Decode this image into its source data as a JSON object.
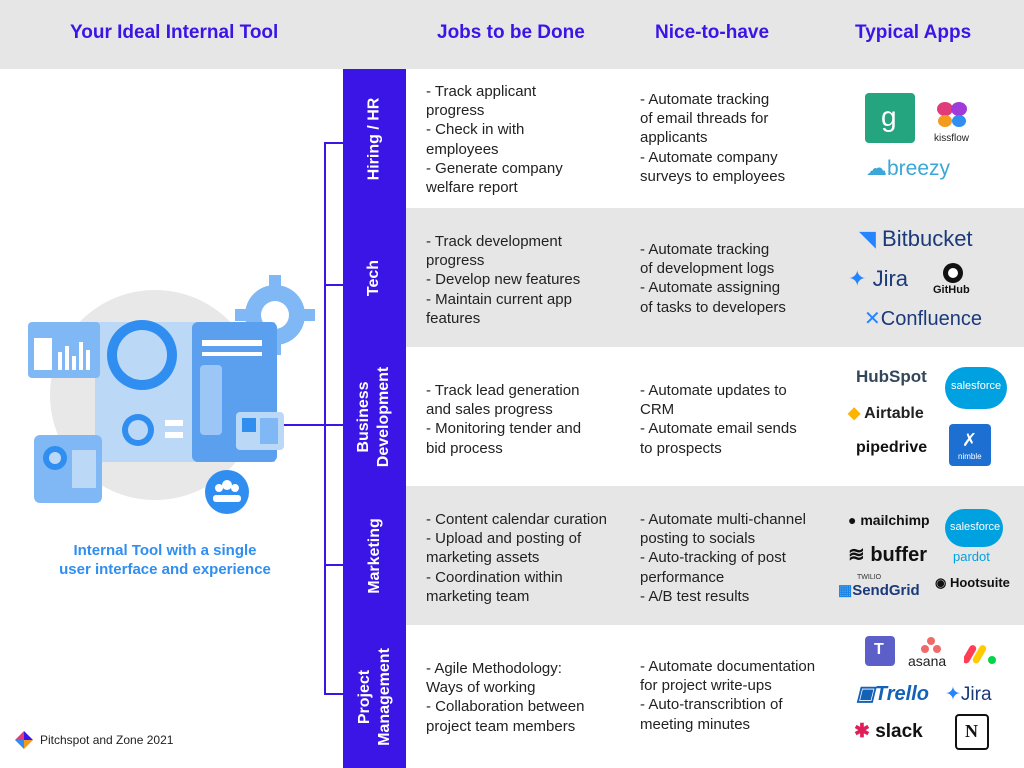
{
  "header": {
    "col_tool": "Your Ideal Internal Tool",
    "col_jobs": "Jobs to be Done",
    "col_nice": "Nice-to-have",
    "col_apps": "Typical Apps"
  },
  "caption": [
    "Internal Tool with a single",
    "user interface and experience"
  ],
  "footer": "Pitchspot and Zone 2021",
  "categories": [
    {
      "label": [
        "Hiring / HR"
      ],
      "jobs": [
        "- Track applicant",
        "progress",
        "- Check in with",
        "employees",
        "- Generate company",
        "welfare report"
      ],
      "nice": [
        "- Automate tracking",
        "of email threads for",
        "applicants",
        "- Automate company",
        "surveys to employees"
      ],
      "apps": [
        "Greenhouse",
        "kissflow",
        "breezy"
      ]
    },
    {
      "label": [
        "Tech"
      ],
      "jobs": [
        "- Track development",
        "progress",
        "- Develop new features",
        "- Maintain current app",
        "features"
      ],
      "nice": [
        "- Automate tracking",
        "of development logs",
        "- Automate assigning",
        "of tasks to developers"
      ],
      "apps": [
        "Bitbucket",
        "Jira",
        "GitHub",
        "Confluence"
      ]
    },
    {
      "label": [
        "Business",
        "Development"
      ],
      "jobs": [
        "- Track lead generation",
        "and sales progress",
        "- Monitoring tender and",
        "bid process"
      ],
      "nice": [
        "- Automate updates to",
        "CRM",
        "- Automate email sends",
        "to prospects"
      ],
      "apps": [
        "HubSpot",
        "salesforce",
        "Airtable",
        "pipedrive",
        "nimble"
      ]
    },
    {
      "label": [
        "Marketing"
      ],
      "jobs": [
        "- Content calendar curation",
        "- Upload and posting of",
        "marketing assets",
        "- Coordination within",
        "marketing team"
      ],
      "nice": [
        "- Automate multi-channel",
        "posting to socials",
        "- Auto-tracking of post",
        "performance",
        "- A/B test results"
      ],
      "apps": [
        "mailchimp",
        "salesforce",
        "pardot",
        "buffer",
        "SendGrid",
        "TWILIO",
        "Hootsuite"
      ]
    },
    {
      "label": [
        "Project",
        "Management"
      ],
      "jobs": [
        "- Agile Methodology:",
        "Ways of working",
        "- Collaboration between",
        "project team members"
      ],
      "nice": [
        "- Automate documentation",
        "for project write-ups",
        "- Auto-transcribtion of",
        "meeting minutes"
      ],
      "apps": [
        "asana",
        "Trello",
        "Jira",
        "slack"
      ]
    }
  ],
  "colors": {
    "accent": "#3b14e6",
    "highlight": "#2f8ef0",
    "band": "#e6e6e6"
  }
}
